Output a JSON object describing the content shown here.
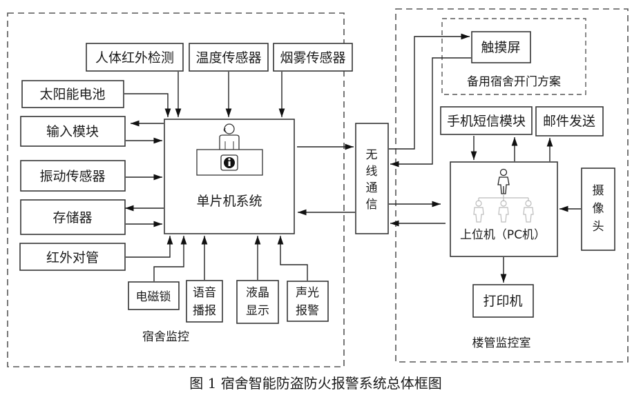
{
  "caption": "图 1  宿舍智能防盗防火报警系统总体框图",
  "regions": {
    "dorm": {
      "label": "宿舍监控"
    },
    "control_room": {
      "label": "楼管监控室"
    },
    "backup": {
      "label": "备用宿舍开门方案"
    }
  },
  "dorm_modules": {
    "top": [
      "人体红外检测",
      "温度传感器",
      "烟雾传感器"
    ],
    "left": [
      "太阳能电池",
      "输入模块",
      "振动传感器",
      "存储器",
      "红外对管"
    ],
    "bottom": [
      {
        "lines": [
          "电磁锁"
        ]
      },
      {
        "lines": [
          "语音",
          "播报"
        ]
      },
      {
        "lines": [
          "液晶",
          "显示"
        ]
      },
      {
        "lines": [
          "声光",
          "报警"
        ]
      }
    ],
    "mcu": {
      "label": "单片机系统",
      "icon": "operator-info-icon"
    }
  },
  "wireless": {
    "lines": [
      "无",
      "线",
      "通",
      "信"
    ]
  },
  "control_modules": {
    "touchscreen": "触摸屏",
    "sms": "手机短信模块",
    "email": "邮件发送",
    "pc": {
      "label": "上位机（PC机）",
      "icon": "network-hierarchy-icon"
    },
    "camera": {
      "lines": [
        "摄",
        "像",
        "头"
      ]
    },
    "printer": "打印机"
  }
}
